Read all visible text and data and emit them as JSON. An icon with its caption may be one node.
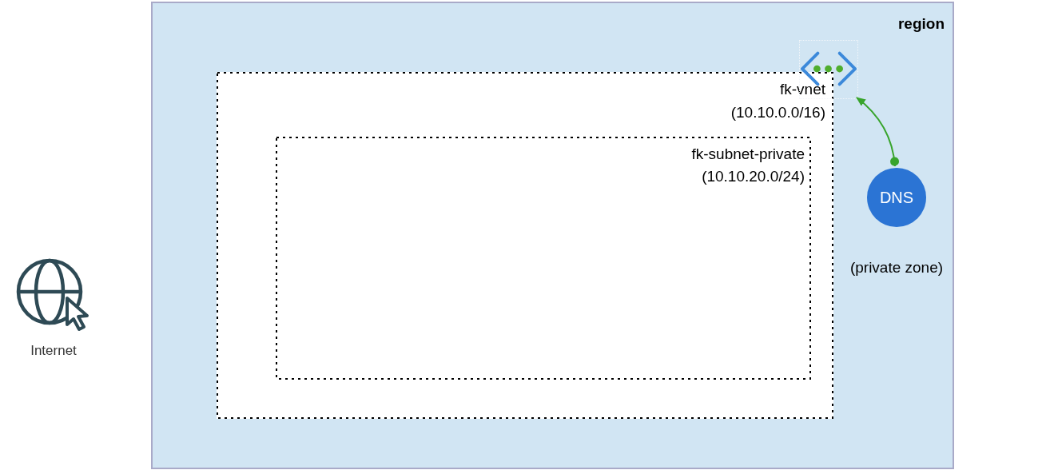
{
  "diagram": {
    "nodes": [
      {
        "text": [
          "region"
        ]
      },
      {
        "text": [
          "fk-vnet (10.10.0.0/16)"
        ],
        "in": 0
      },
      {
        "text": [
          "fk-subnet-private (10.10.20.0/24)"
        ],
        "in": 1
      },
      {
        "text": [],
        "shape": "picture",
        "in": 0
      },
      {
        "text": [
          "DNS"
        ],
        "in": 0,
        "beside": [
          "(private zone)"
        ]
      },
      {
        "text": [
          "Internet"
        ]
      }
    ],
    "edges": [
      {
        "from": 4,
        "to": 3,
        "arrow": "to",
        "color": "#38a42c"
      }
    ]
  }
}
